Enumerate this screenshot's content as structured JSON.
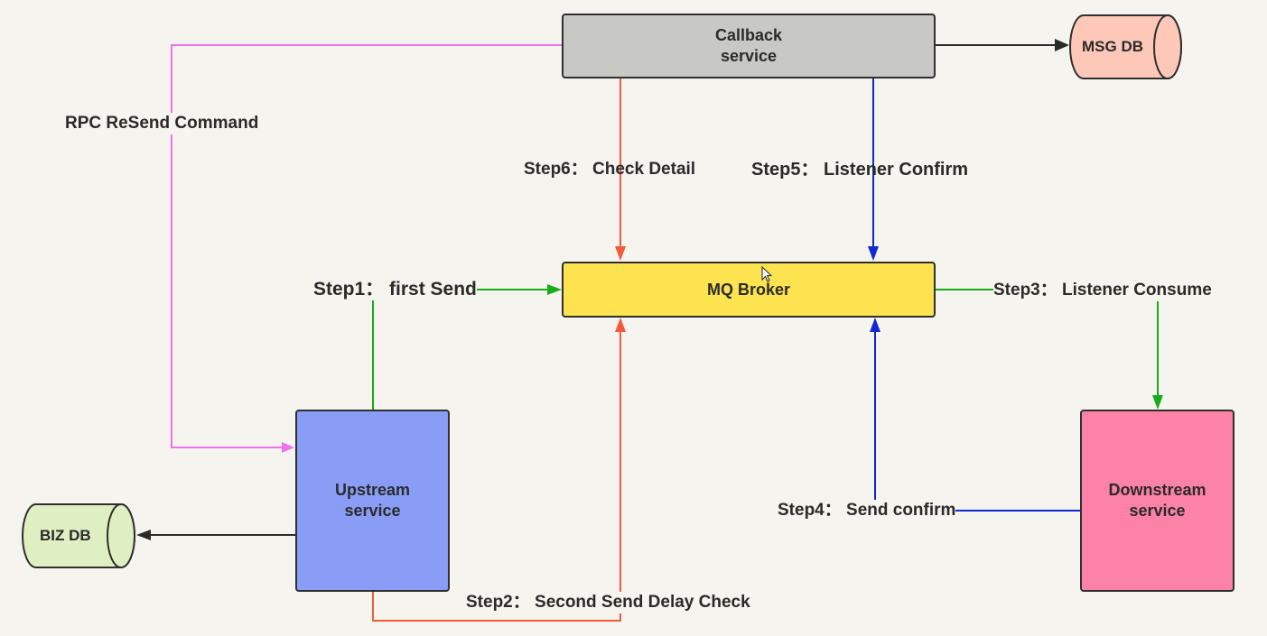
{
  "colors": {
    "background": "#f5f4ef",
    "callback": "#c8c8c5",
    "mq": "#fde34f",
    "upstream": "#8a9df6",
    "downstream": "#fd82a8",
    "msg_db": "#fdc8b8",
    "biz_db": "#e0efc1",
    "green_flow": "#1aaa1a",
    "red_flow": "#f35a3a",
    "blue_flow": "#1228d2",
    "magenta_flow": "#f070f0",
    "black_flow": "#2a2a2a"
  },
  "nodes": {
    "callback": "Callback\nservice",
    "mq_broker": "MQ Broker",
    "upstream": "Upstream\nservice",
    "downstream": "Downstream\nservice",
    "msg_db": "MSG DB",
    "biz_db": "BIZ DB"
  },
  "labels": {
    "rpc_resend": "RPC ReSend Command",
    "step1": "Step1： first Send",
    "step2": "Step2： Second Send Delay Check",
    "step3": "Step3： Listener Consume",
    "step4": "Step4： Send confirm",
    "step5": "Step5：  Listener Confirm",
    "step6": "Step6：  Check Detail"
  }
}
